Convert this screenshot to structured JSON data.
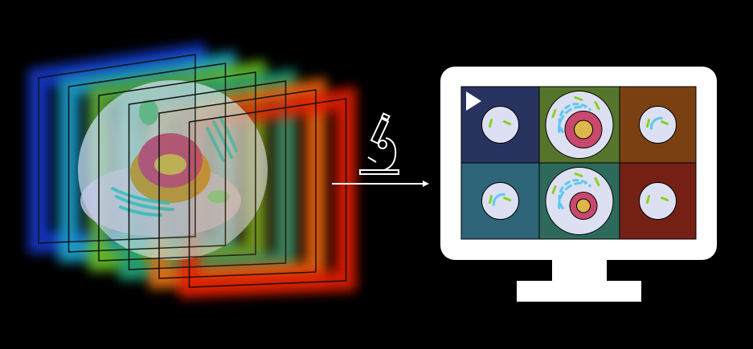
{
  "slices": {
    "colors": [
      "#1238c8",
      "#1fa6c8",
      "#6bb81e",
      "#1e9e78",
      "#e86a10",
      "#e41e00"
    ]
  },
  "cell_illustration": {
    "membrane": "#f2eef6",
    "nucleus": "#e0457a",
    "nucleolus": "#f2c850",
    "organelles": "#4fd0d0"
  },
  "pipeline": {
    "arrow_icon": "right-arrow-icon",
    "microscope_icon": "microscope-icon"
  },
  "monitor": {
    "frame_color": "#ffffff",
    "play_icon": "play-icon",
    "tiles": [
      {
        "bg": "#283360",
        "cell": "small"
      },
      {
        "bg": "#56752c",
        "cell": "large"
      },
      {
        "bg": "#7a4012",
        "cell": "small"
      },
      {
        "bg": "#2e6578",
        "cell": "small"
      },
      {
        "bg": "#2e6a5c",
        "cell": "large"
      },
      {
        "bg": "#752015",
        "cell": "small"
      }
    ],
    "cell_fill": "#dde0f2",
    "nucleus": "#c8486e",
    "nucleolus": "#dcb84a",
    "green_mark": "#88d020",
    "blue_mark": "#5cc8f0"
  }
}
